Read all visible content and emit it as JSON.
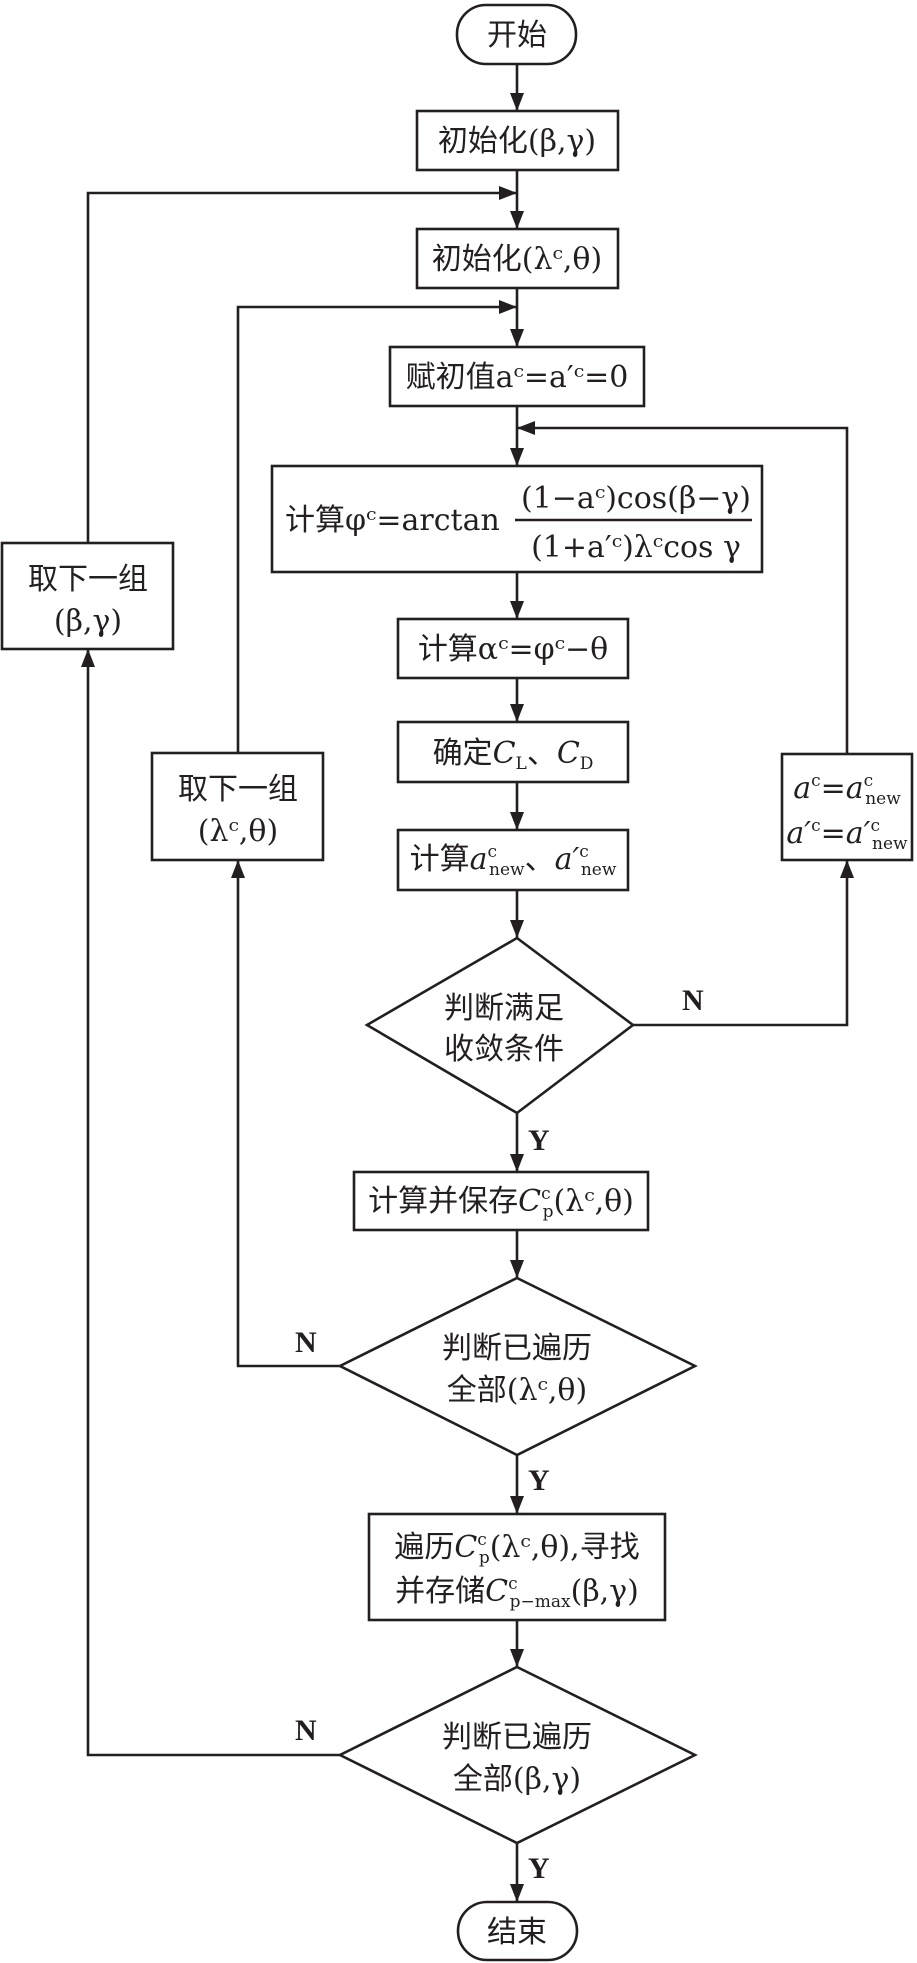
{
  "colors": {
    "stroke": "#231f20",
    "background": "#ffffff"
  },
  "nodes": {
    "start": {
      "text": "开始"
    },
    "init_beta_gamma": {
      "text": "初始化(β,γ)"
    },
    "init_lambda_theta": {
      "text": "初始化(λᶜ,θ)"
    },
    "assign_initial": {
      "text": "赋初值aᶜ=a′ᶜ=0"
    },
    "compute_phi": {
      "prefix": "计算φᶜ=arctan",
      "numerator": "(1−aᶜ)cos(β−γ)",
      "denominator": "(1+a′ᶜ)λᶜcos γ"
    },
    "compute_alpha": {
      "text": "计算αᶜ=φᶜ−θ"
    },
    "determine_cl_cd": {
      "text": "确定C_L、C_D",
      "main": "确定",
      "c1": "C",
      "s1": "L",
      "sep": "、",
      "c2": "C",
      "s2": "D"
    },
    "compute_new": {
      "main": "计算",
      "a1": "a",
      "sup1": "c",
      "sub1": "new",
      "sep": "、",
      "a2": "a′",
      "sup2": "c",
      "sub2": "new"
    },
    "check_convergence": {
      "line1": "判断满足",
      "line2": "收敛条件"
    },
    "update_a": {
      "line1": {
        "lhs": "a",
        "lhs_sup": "c",
        "rhs": "a",
        "rhs_sup": "c",
        "rhs_sub": "new"
      },
      "line2": {
        "lhs": "a′",
        "lhs_sup": "c",
        "rhs": "a′",
        "rhs_sup": "c",
        "rhs_sub": "new"
      }
    },
    "compute_save_cp": {
      "main": "计算并保存",
      "c": "C",
      "sup": "c",
      "sub": "p",
      "args": "(λᶜ,θ)"
    },
    "check_all_lambda_theta": {
      "line1": "判断已遍历",
      "line2": "全部(λᶜ,θ)"
    },
    "next_lambda_theta": {
      "line1": "取下一组",
      "line2": "(λᶜ,θ)"
    },
    "traverse_cp": {
      "line1_main": "遍历",
      "line1_c": "C",
      "line1_sup": "c",
      "line1_sub": "p",
      "line1_rest": "(λᶜ,θ),寻找",
      "line2_main": "并存储",
      "line2_c": "C",
      "line2_sup": "c",
      "line2_sub": "p−max",
      "line2_rest": "(β,γ)"
    },
    "check_all_beta_gamma": {
      "line1": "判断已遍历",
      "line2": "全部(β,γ)"
    },
    "next_beta_gamma": {
      "line1": "取下一组",
      "line2": "(β,γ)"
    },
    "end": {
      "text": "结束"
    }
  },
  "branch_labels": {
    "convergence_no": "N",
    "convergence_yes": "Y",
    "lambda_theta_no": "N",
    "lambda_theta_yes": "Y",
    "beta_gamma_no": "N",
    "beta_gamma_yes": "Y"
  }
}
